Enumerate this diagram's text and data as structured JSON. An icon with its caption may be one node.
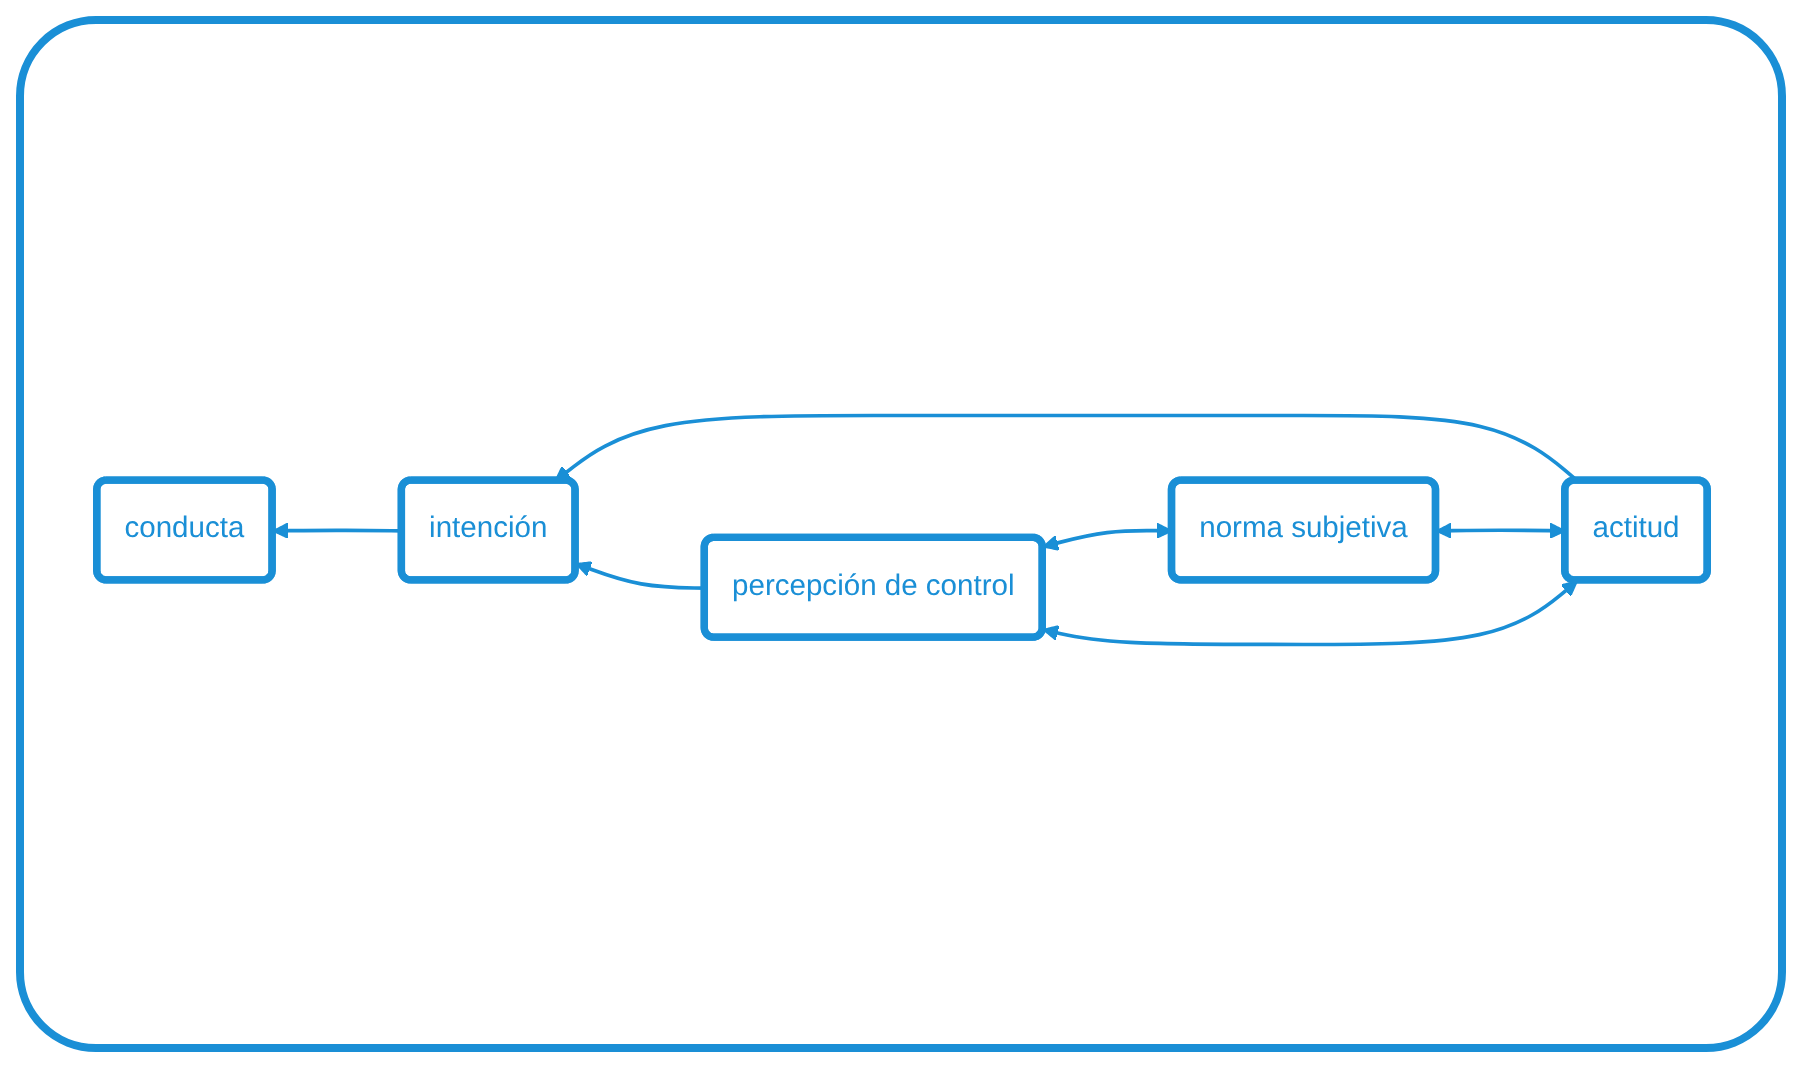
{
  "diagram": {
    "nodes": [
      {
        "text": [
          "conducta"
        ]
      },
      {
        "text": [
          "intención"
        ]
      },
      {
        "text": [
          "actitud"
        ]
      },
      {
        "text": [
          "norma subjetiva"
        ]
      },
      {
        "text": [
          "percepción de control"
        ]
      }
    ],
    "edges": [
      {
        "from": 1,
        "to": 0,
        "arrow": "to"
      },
      {
        "from": 2,
        "to": 1,
        "arrow": "to"
      },
      {
        "from": 4,
        "to": 1,
        "arrow": "to"
      },
      {
        "from": 2,
        "to": 3,
        "arrow": "both"
      },
      {
        "from": 3,
        "to": 4,
        "arrow": "both"
      },
      {
        "from": 2,
        "to": 4,
        "arrow": "both"
      }
    ]
  }
}
